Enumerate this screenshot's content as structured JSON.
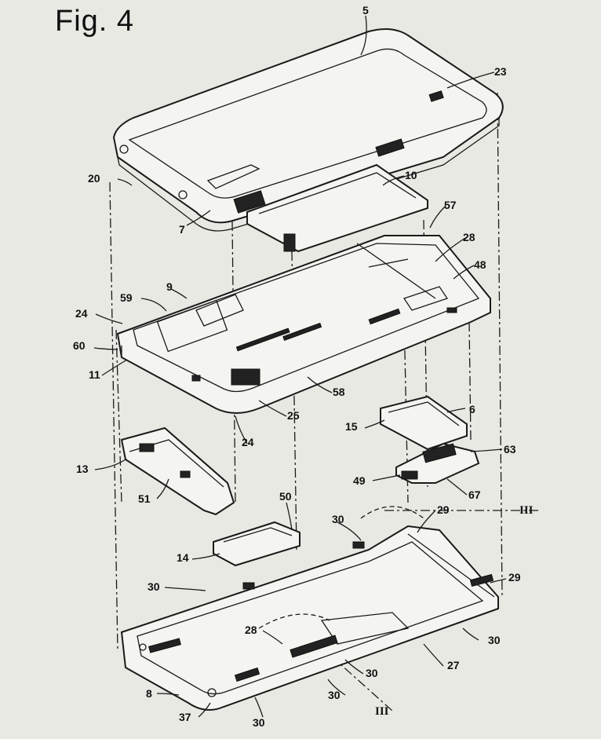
{
  "figure": {
    "title": "Fig. 4",
    "labels": [
      "5",
      "23",
      "20",
      "10",
      "7",
      "57",
      "28",
      "48",
      "9",
      "59",
      "24",
      "60",
      "11",
      "58",
      "25",
      "24",
      "6",
      "15",
      "63",
      "13",
      "51",
      "49",
      "67",
      "50",
      "14",
      "30",
      "29",
      "III",
      "30",
      "29",
      "28",
      "30",
      "27",
      "30",
      "30",
      "8",
      "37",
      "30",
      "III"
    ]
  }
}
